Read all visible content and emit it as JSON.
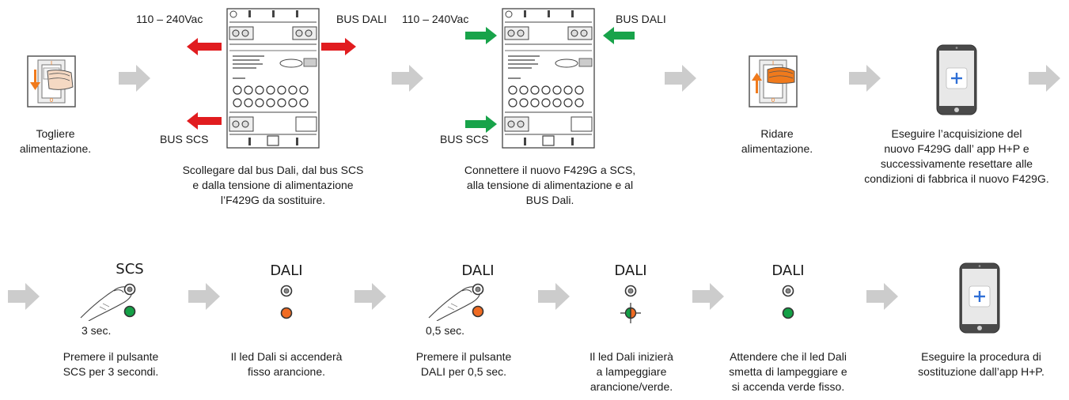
{
  "colors": {
    "flow_arrow": "#cccccc",
    "wire_red": "#e11c1f",
    "wire_green": "#18a34a",
    "led_orange": "#f06b22",
    "led_green": "#14a046",
    "switch_orange": "#f07a1c",
    "app_plus": "#2f6fd6"
  },
  "top_row": {
    "step1": {
      "caption": "Togliere\nalimentazione.",
      "icon": "power-switch-off-icon"
    },
    "step2": {
      "label_power": "110 – 240Vac",
      "label_dali": "BUS DALI",
      "label_scs": "BUS SCS",
      "caption": "Scollegare dal bus Dali, dal bus SCS\ne dalla tensione di alimentazione\nl’F429G da sostituire.",
      "icon": "dali-module-icon"
    },
    "step3": {
      "label_power": "110 – 240Vac",
      "label_dali": "BUS DALI",
      "label_scs": "BUS SCS",
      "caption": "Connettere il nuovo F429G a SCS,\nalla tensione di alimentazione e al\nBUS Dali.",
      "icon": "dali-module-icon"
    },
    "step4": {
      "caption": "Ridare\nalimentazione.",
      "icon": "power-switch-on-icon"
    },
    "step5": {
      "caption": "Eseguire l’acquisizione del\nnuovo F429G dall’ app H+P e\nsuccessivamente resettare alle\ncondizioni di fabbrica il nuovo F429G.",
      "icon": "smartphone-app-icon"
    }
  },
  "bottom_row": {
    "step6": {
      "title": "SCS",
      "time": "3 sec.",
      "caption": "Premere il pulsante\nSCS per 3 secondi.",
      "icon": "finger-press-icon"
    },
    "step7": {
      "title": "DALI",
      "caption": "Il led Dali si accenderà\nfisso arancione.",
      "icon": "led-orange-icon"
    },
    "step8": {
      "title": "DALI",
      "time": "0,5 sec.",
      "caption": "Premere il pulsante\nDALI per 0,5 sec.",
      "icon": "finger-press-icon"
    },
    "step9": {
      "title": "DALI",
      "caption": "Il led Dali inizierà\na lampeggiare\narancione/verde.",
      "icon": "led-blinking-icon"
    },
    "step10": {
      "title": "DALI",
      "caption": "Attendere che il led Dali\nsmetta di lampeggiare e\nsi accenda verde fisso.",
      "icon": "led-green-icon"
    },
    "step11": {
      "caption": "Eseguire la procedura di\nsostituzione dall’app H+P.",
      "icon": "smartphone-app-icon"
    }
  }
}
